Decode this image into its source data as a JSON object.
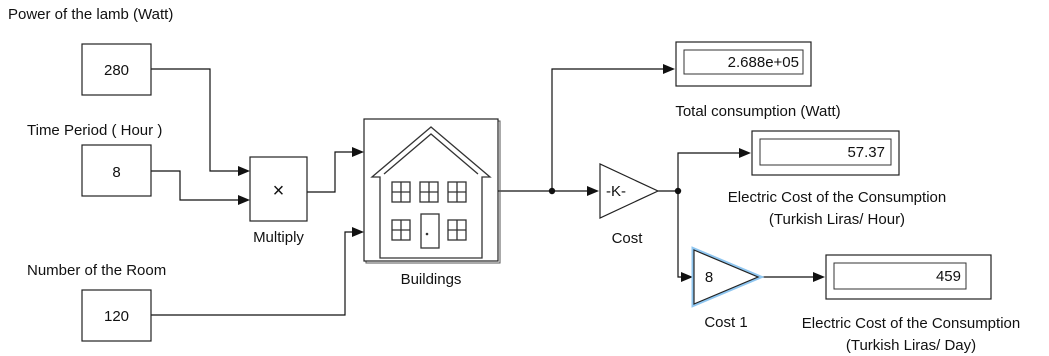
{
  "constants": {
    "power": {
      "label": "Power of the lamb (Watt)",
      "value": "280"
    },
    "time": {
      "label": "Time Period ( Hour )",
      "value": "8"
    },
    "rooms": {
      "label": "Number of the Room",
      "value": "120"
    }
  },
  "multiply": {
    "symbol": "×",
    "label": "Multiply"
  },
  "buildings": {
    "label": "Buildings",
    "icon": "house-icon"
  },
  "cost": {
    "symbol": "-K-",
    "label": "Cost"
  },
  "cost1": {
    "symbol": "8",
    "label": "Cost 1"
  },
  "displays": {
    "total": {
      "value": "2.688e+05",
      "label": "Total consumption (Watt)"
    },
    "hour": {
      "value": "57.37",
      "label_line1": "Electric Cost of the Consumption",
      "label_line2": "(Turkish Liras/ Hour)"
    },
    "day": {
      "value": "459",
      "label_line1": "Electric Cost of the Consumption",
      "label_line2": "(Turkish Liras/ Day)"
    }
  },
  "colors": {
    "selection": "#8fc6f0",
    "block_border": "#222222",
    "wire": "#111111"
  }
}
